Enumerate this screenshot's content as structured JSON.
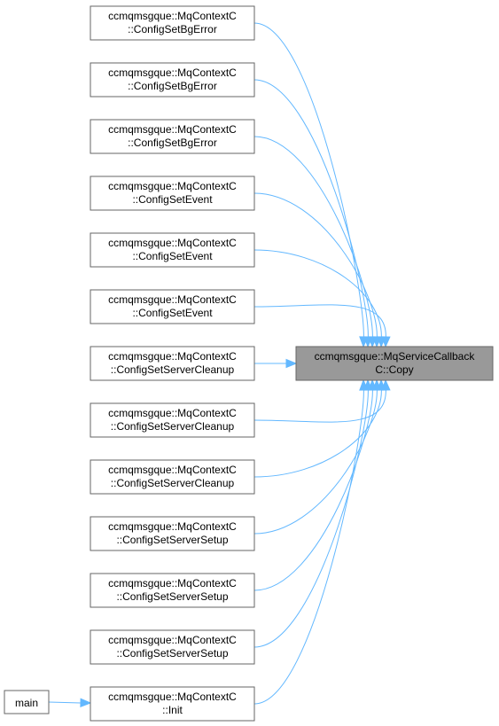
{
  "target": {
    "line1": "ccmqmsgque::MqServiceCallback",
    "line2": "C::Copy"
  },
  "callers": [
    {
      "line1": "ccmqmsgque::MqContextC",
      "line2": "::ConfigSetBgError"
    },
    {
      "line1": "ccmqmsgque::MqContextC",
      "line2": "::ConfigSetBgError"
    },
    {
      "line1": "ccmqmsgque::MqContextC",
      "line2": "::ConfigSetBgError"
    },
    {
      "line1": "ccmqmsgque::MqContextC",
      "line2": "::ConfigSetEvent"
    },
    {
      "line1": "ccmqmsgque::MqContextC",
      "line2": "::ConfigSetEvent"
    },
    {
      "line1": "ccmqmsgque::MqContextC",
      "line2": "::ConfigSetEvent"
    },
    {
      "line1": "ccmqmsgque::MqContextC",
      "line2": "::ConfigSetServerCleanup"
    },
    {
      "line1": "ccmqmsgque::MqContextC",
      "line2": "::ConfigSetServerCleanup"
    },
    {
      "line1": "ccmqmsgque::MqContextC",
      "line2": "::ConfigSetServerCleanup"
    },
    {
      "line1": "ccmqmsgque::MqContextC",
      "line2": "::ConfigSetServerSetup"
    },
    {
      "line1": "ccmqmsgque::MqContextC",
      "line2": "::ConfigSetServerSetup"
    },
    {
      "line1": "ccmqmsgque::MqContextC",
      "line2": "::ConfigSetServerSetup"
    },
    {
      "line1": "ccmqmsgque::MqContextC",
      "line2": "::Init"
    }
  ],
  "main_node": {
    "label": "main"
  },
  "colors": {
    "edge": "#63b8ff",
    "node_border": "#666666",
    "focus_fill": "#999999",
    "node_fill": "#ffffff"
  }
}
